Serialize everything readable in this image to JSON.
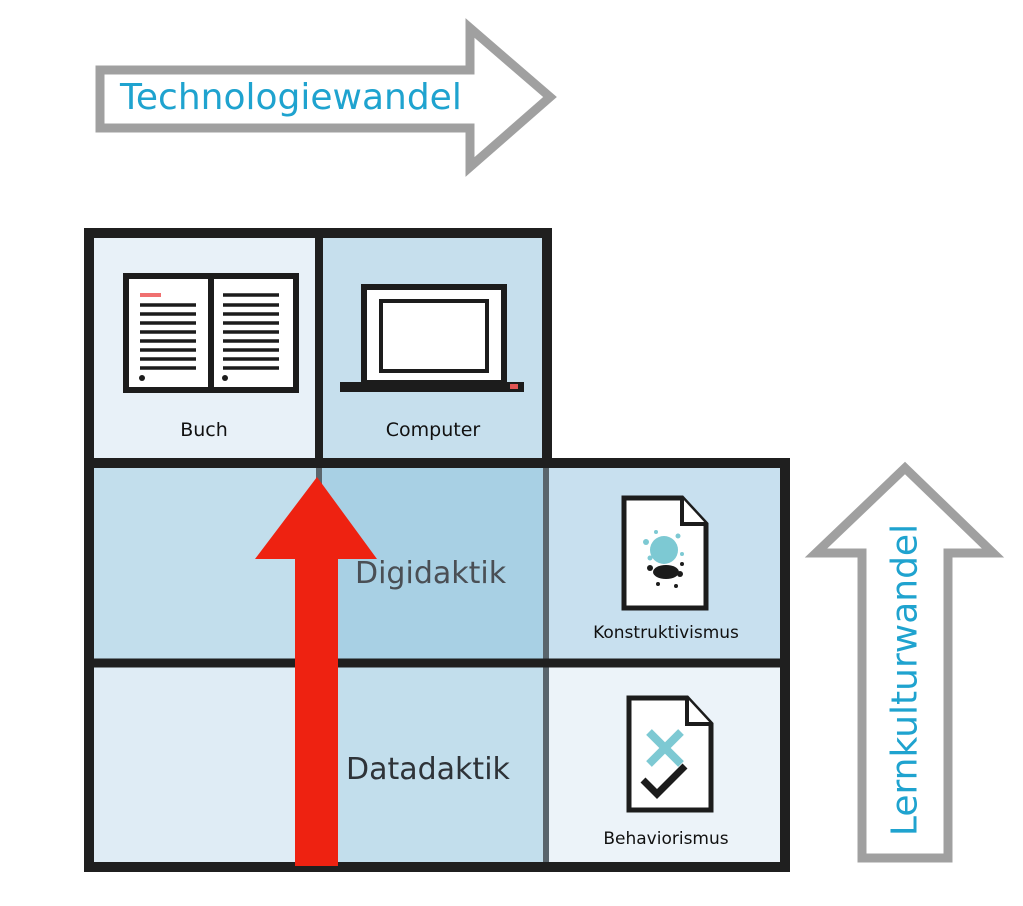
{
  "arrows": {
    "horizontal": {
      "label": "Technologiewandel",
      "direction": "right"
    },
    "vertical": {
      "label": "Lernkulturwandel",
      "direction": "up"
    },
    "central": {
      "direction": "up",
      "color": "#ee2211"
    }
  },
  "colors": {
    "arrow_text": "#1fa3cf",
    "arrow_outline": "#a0a0a0",
    "grid_border": "#1f1f1f",
    "cell_light": "#e8f1f8",
    "cell_medium": "#c6dfed",
    "cell_dark": "#a8d0e4",
    "accent_teal": "#7dc9d3",
    "accent_red": "#ee2211"
  },
  "grid": {
    "top_row": [
      {
        "label": "Buch",
        "icon": "open-book-icon"
      },
      {
        "label": "Computer",
        "icon": "laptop-icon"
      }
    ],
    "middle_row": {
      "center_label": "Digidaktik",
      "right": {
        "label": "Konstruktivismus",
        "icon": "splash-document-icon"
      }
    },
    "bottom_row": {
      "center_label": "Datadaktik",
      "right": {
        "label": "Behaviorismus",
        "icon": "checklist-document-icon"
      }
    }
  }
}
